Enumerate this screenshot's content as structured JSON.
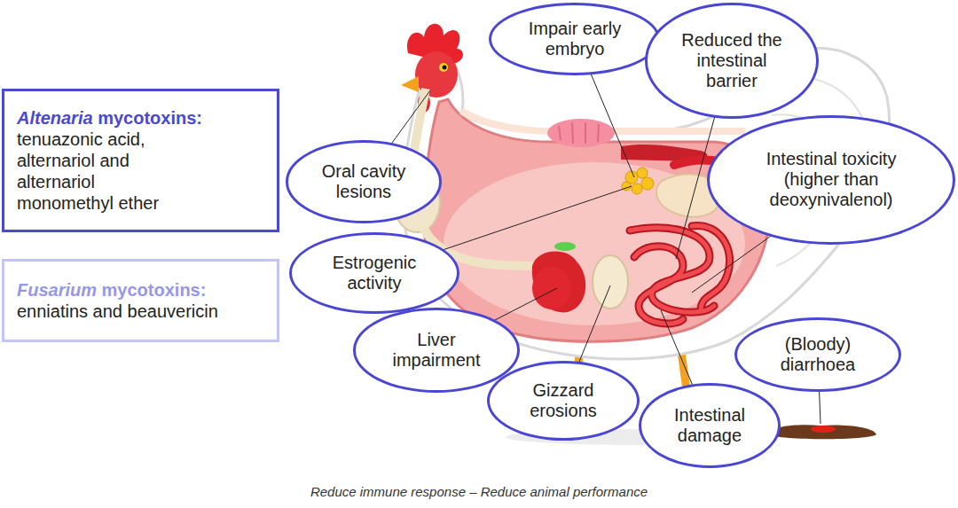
{
  "diagram": {
    "caption": "Reduce immune response – Reduce animal performance",
    "nodes": [
      {
        "text": [
          "Altenaria mycotoxins:",
          "tenuazonic acid, alternariol and alternariol monomethyl ether"
        ]
      },
      {
        "text": [
          "Fusarium mycotoxins:",
          "enniatins and beauvericin"
        ]
      },
      {
        "text": [
          "Impair early embryo"
        ]
      },
      {
        "text": [
          "Reduced the intestinal barrier"
        ]
      },
      {
        "text": [
          "Oral cavity lesions"
        ]
      },
      {
        "text": [
          "Intestinal toxicity (higher than deoxynivalenol)"
        ]
      },
      {
        "text": [
          "Estrogenic activity"
        ]
      },
      {
        "text": [
          "Liver impairment"
        ]
      },
      {
        "text": [
          "(Bloody) diarrhoea"
        ]
      },
      {
        "text": [
          "Gizzard erosions"
        ]
      },
      {
        "text": [
          "Intestinal damage"
        ]
      }
    ]
  }
}
